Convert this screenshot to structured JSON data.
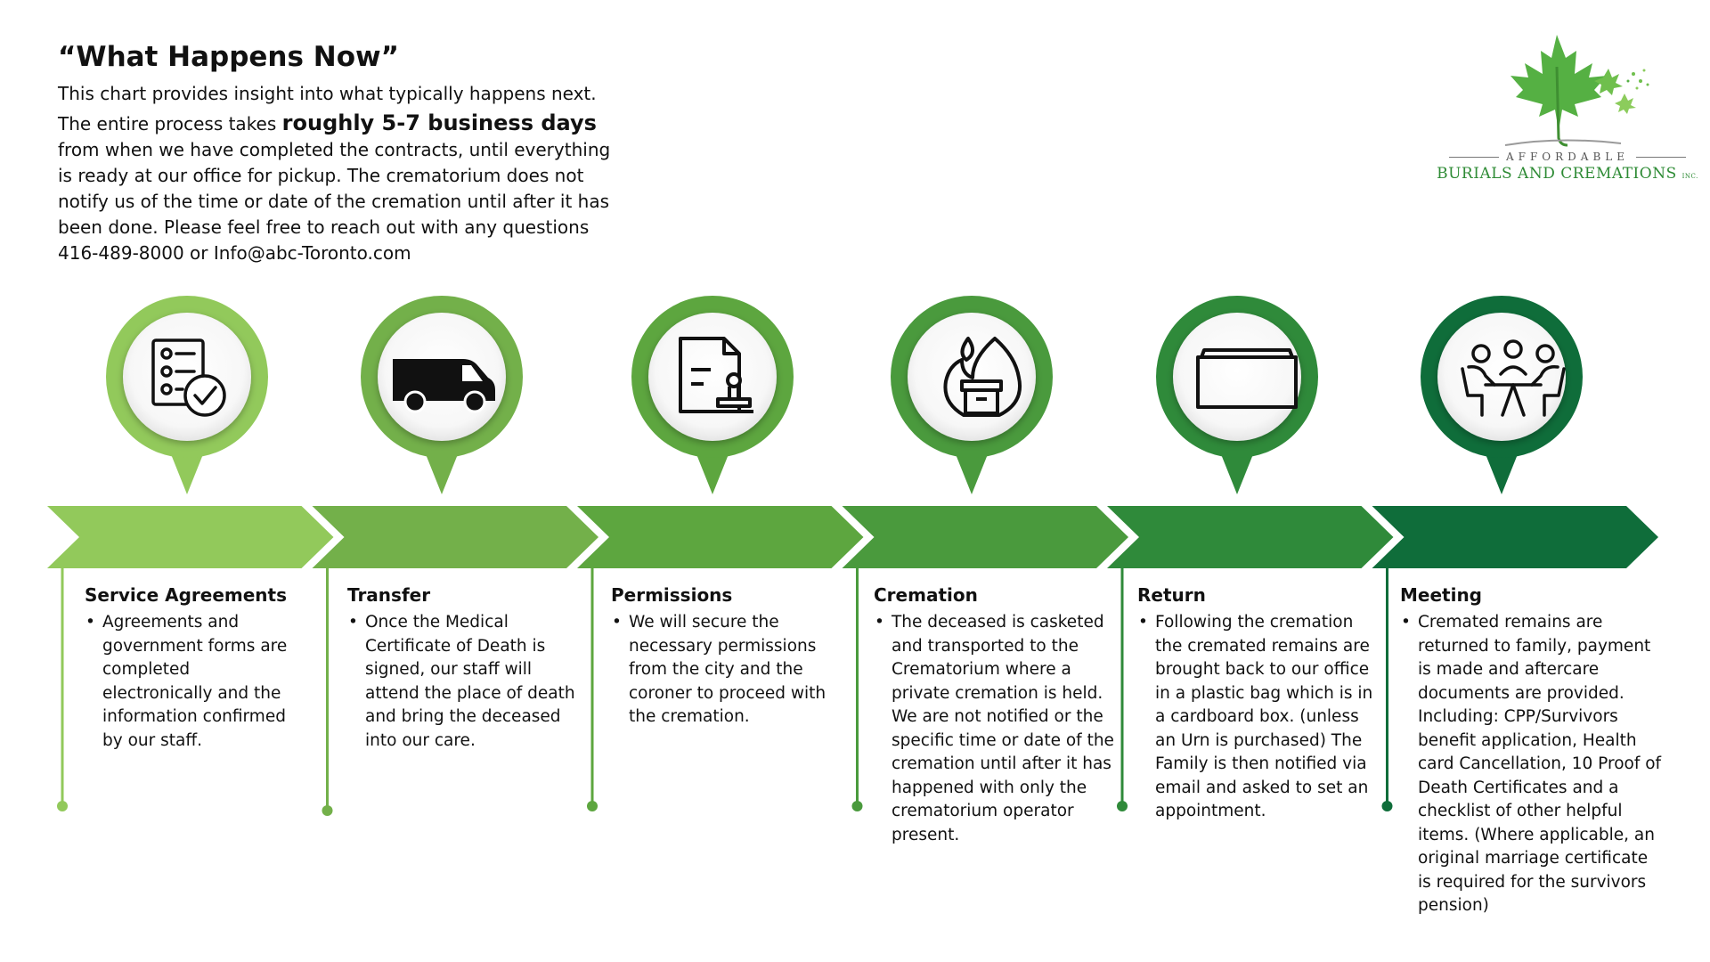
{
  "intro": {
    "title": "“What Happens Now”",
    "lead": "This chart provides insight into what typically happens next.",
    "body_pre": "The entire process takes",
    "body_emph": "roughly 5-7 business days",
    "body_post": "from when we have completed the contracts, until everything is ready at our office for pickup. The crematorium does not notify us of the time or date of the cremation until after it has been done. Please feel free to reach out with any questions 416-489-8000 or Info@abc-Toronto.com"
  },
  "logo": {
    "top_text": "AFFORDABLE",
    "main_text": "BURIALS AND CREMATIONS",
    "suffix": "INC."
  },
  "colors": {
    "step1": "#92c95b",
    "step2": "#73b04a",
    "step3": "#5da63f",
    "step4": "#4a9a3d",
    "step5": "#2f8a3a",
    "step6": "#0f6d3a"
  },
  "steps": [
    {
      "title": "Service Agreements",
      "icon": "checklist-icon",
      "text": "Agreements and government forms are completed electronically and the information confirmed by our staff."
    },
    {
      "title": "Transfer",
      "icon": "van-icon",
      "text": "Once the Medical Certificate of Death is signed, our staff will attend the place of death and bring the deceased into our care."
    },
    {
      "title": "Permissions",
      "icon": "stamped-document-icon",
      "text": "We will secure the necessary permissions from the city and the coroner to proceed with the cremation."
    },
    {
      "title": "Cremation",
      "icon": "flame-box-icon",
      "text": "The deceased is casketed and transported to the Crematorium where a private cremation is held. We are not notified or the specific time or date of the cremation until after it has happened with only the crematorium operator present."
    },
    {
      "title": "Return",
      "icon": "box-icon",
      "text": "Following the cremation the cremated remains are brought back to our office in a plastic bag which is in a cardboard box. (unless an Urn is purchased) The Family is then notified via email and asked to set an appointment."
    },
    {
      "title": "Meeting",
      "icon": "meeting-table-icon",
      "text": "Cremated remains are returned to family, payment is made and aftercare documents are provided. Including: CPP/Survivors benefit application, Health card Cancellation, 10 Proof of Death Certificates and a checklist of other helpful items. (Where applicable, an original marriage certificate is required for the survivors pension)"
    }
  ]
}
